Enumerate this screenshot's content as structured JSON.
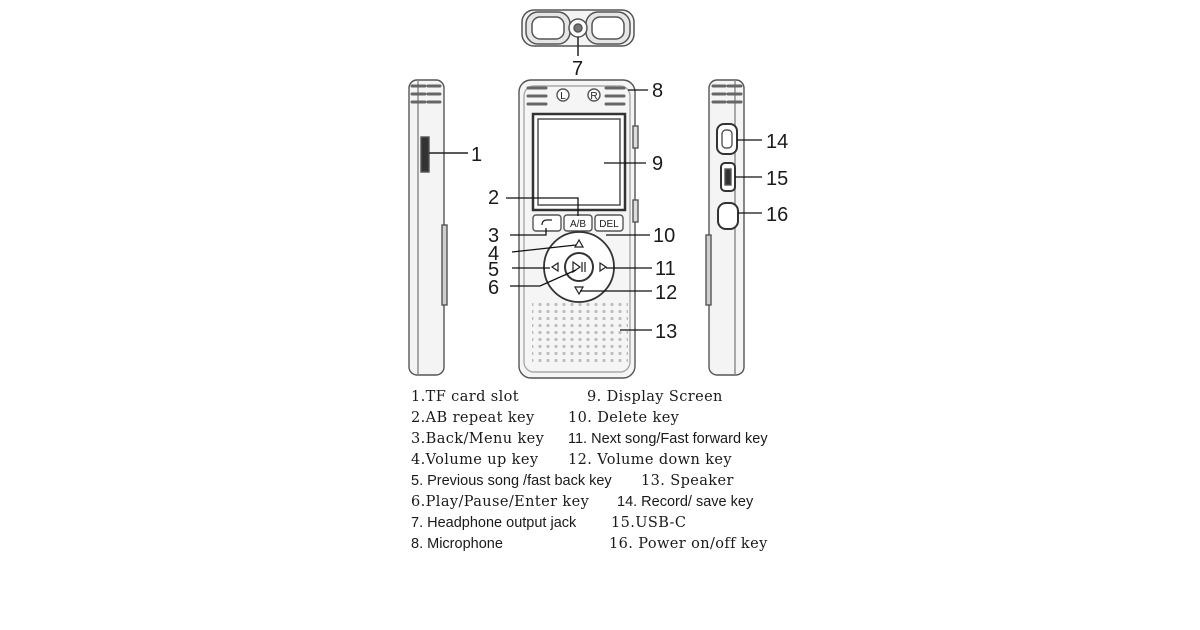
{
  "callouts": [
    "1",
    "2",
    "3",
    "4",
    "5",
    "6",
    "7",
    "8",
    "9",
    "10",
    "11",
    "12",
    "13",
    "14",
    "15",
    "16"
  ],
  "device_labels": {
    "mic_left": "L",
    "mic_right": "R",
    "ab_key": "A/B",
    "del_key": "DEL"
  },
  "legend": [
    {
      "text": "1.TF card slot"
    },
    {
      "text": "9. Display Screen"
    },
    {
      "text": "2.AB repeat key"
    },
    {
      "text": "10. Delete key"
    },
    {
      "text": "3.Back/Menu key"
    },
    {
      "text": "11.  Next song/Fast forward key"
    },
    {
      "text": "4.Volume up key"
    },
    {
      "text": "12. Volume down key"
    },
    {
      "text": "5. Previous song /fast back key"
    },
    {
      "text": "13.  Speaker"
    },
    {
      "text": "6.Play/Pause/Enter key"
    },
    {
      "text": "14.  Record/ save key"
    },
    {
      "text": "7. Headphone output jack"
    },
    {
      "text": "15.USB-C"
    },
    {
      "text": "8. Microphone"
    },
    {
      "text": "16. Power on/off key"
    }
  ]
}
